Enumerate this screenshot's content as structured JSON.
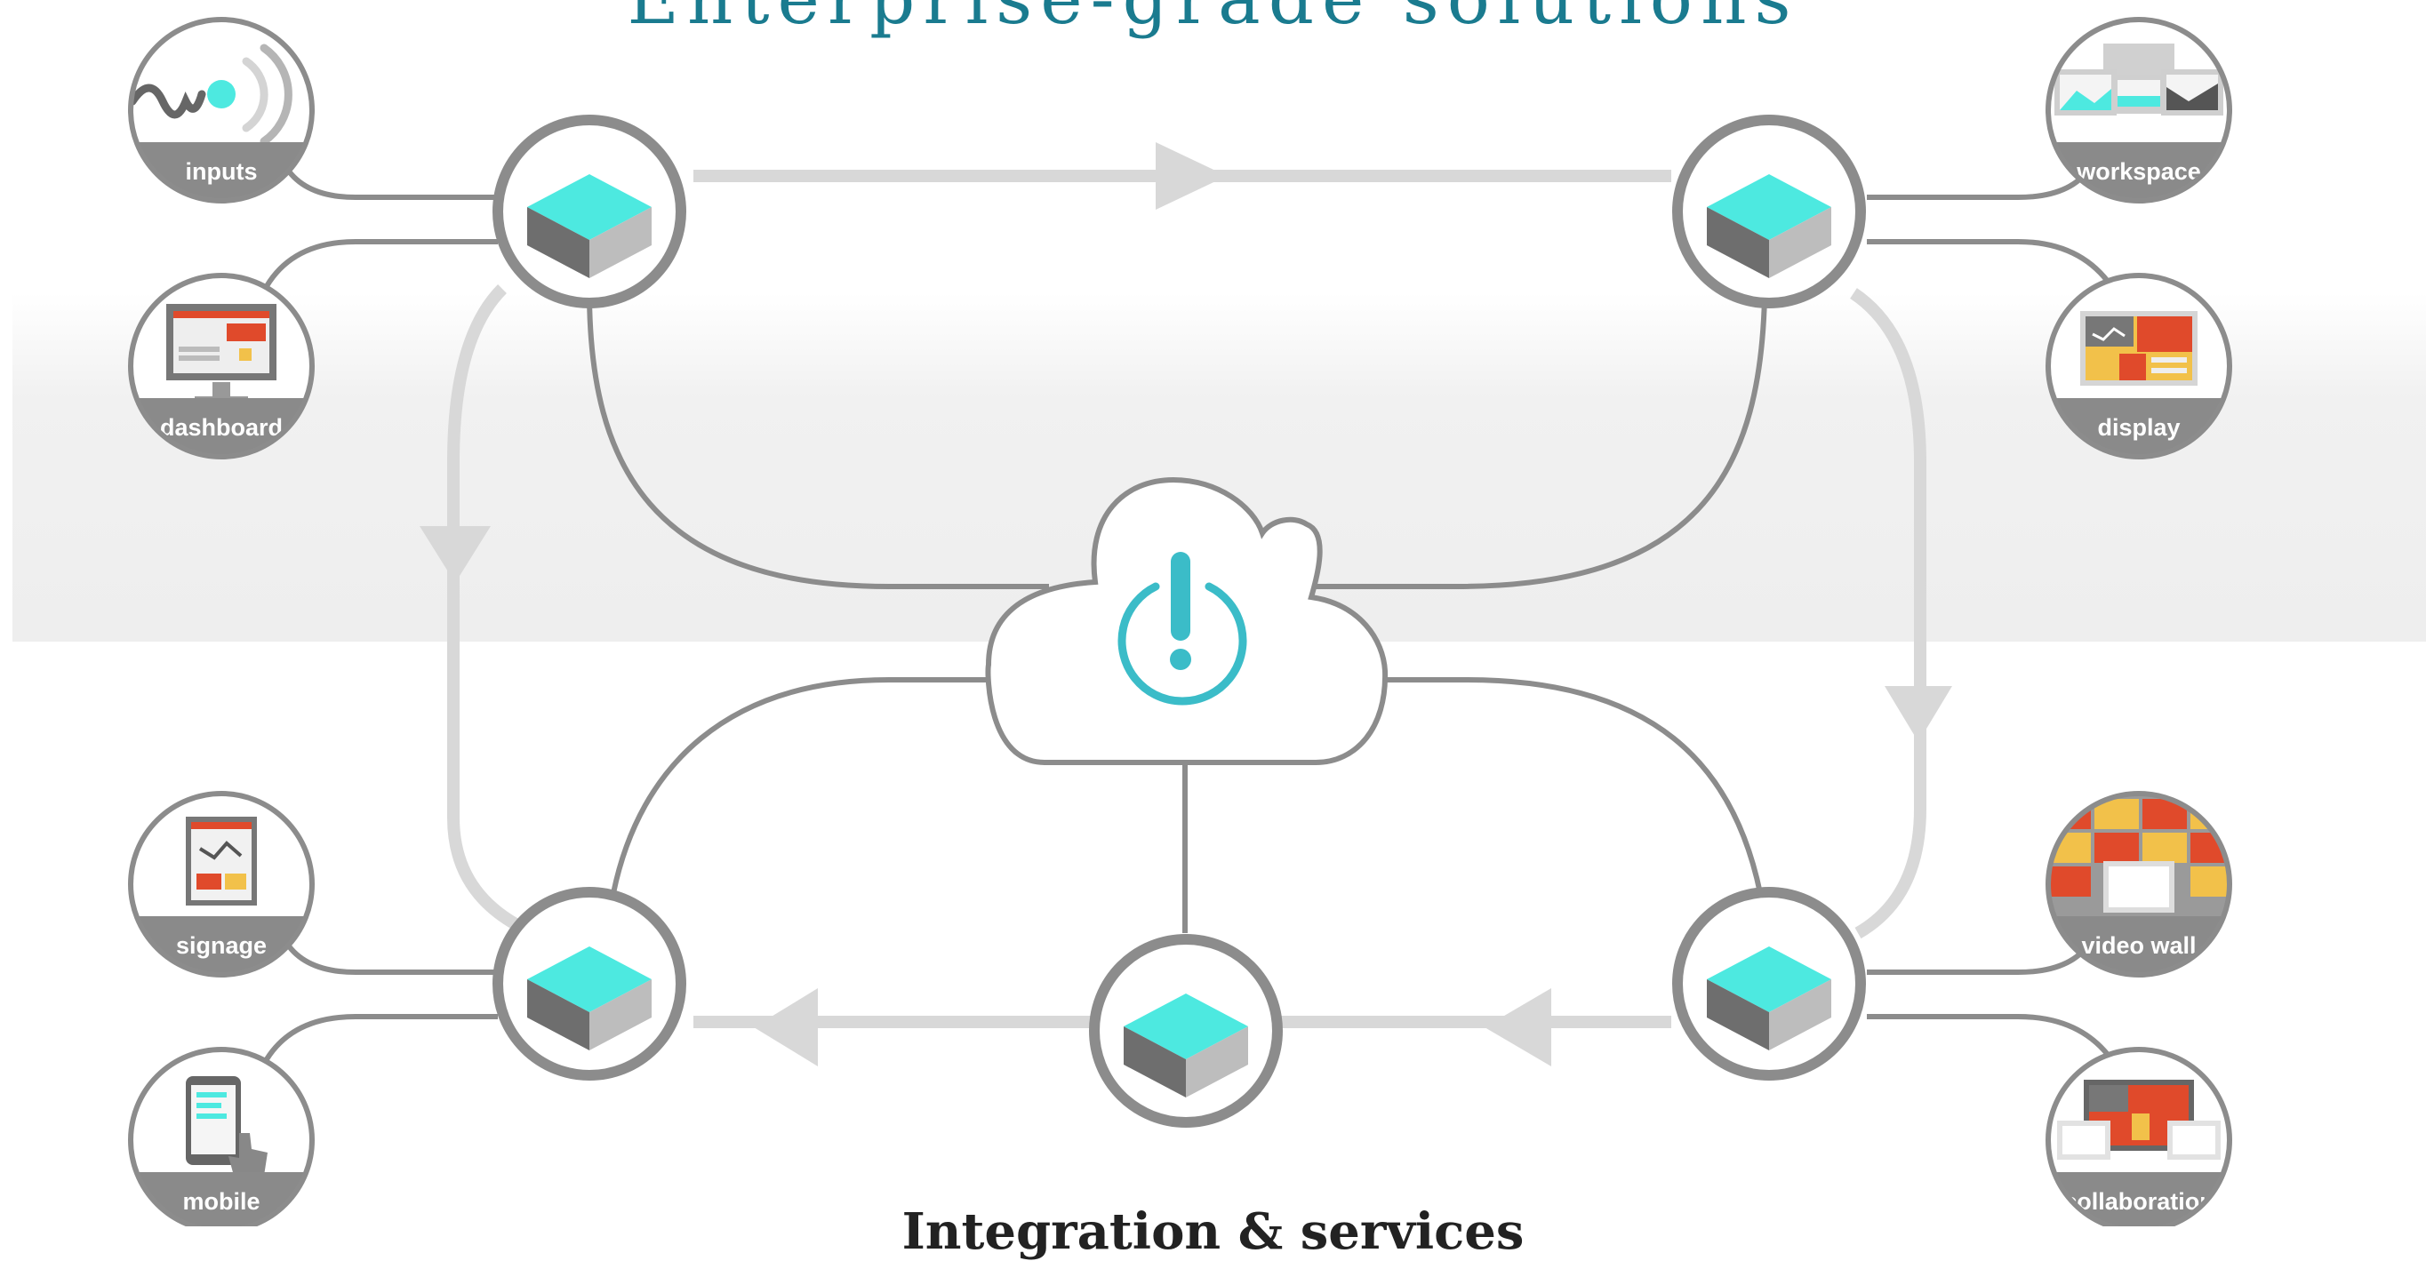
{
  "title": "Enterprise-grade solutions",
  "caption": "Integration & services",
  "colors": {
    "accent": "#1a7b8f",
    "cube_top": "#4de9e0",
    "line_dark": "#8c8c8c",
    "line_light": "#d8d8d8",
    "label_band": "#8a8a8a",
    "power_icon": "#3bbcc8"
  },
  "devices": [
    {
      "id": "inputs",
      "label": "inputs",
      "icon": "signal-waves-icon"
    },
    {
      "id": "dashboard",
      "label": "dashboard",
      "icon": "monitor-dashboard-icon"
    },
    {
      "id": "signage",
      "label": "signage",
      "icon": "signage-board-icon"
    },
    {
      "id": "mobile",
      "label": "mobile",
      "icon": "mobile-touch-icon"
    },
    {
      "id": "workspace",
      "label": "workspace",
      "icon": "multi-monitor-icon"
    },
    {
      "id": "display",
      "label": "display",
      "icon": "display-screen-icon"
    },
    {
      "id": "video-wall",
      "label": "video wall",
      "icon": "video-wall-icon"
    },
    {
      "id": "collaboration",
      "label": "collaboration",
      "icon": "collaboration-screens-icon"
    }
  ],
  "hub_icon": "cube-icon",
  "cloud_icon": "power-cloud-icon"
}
